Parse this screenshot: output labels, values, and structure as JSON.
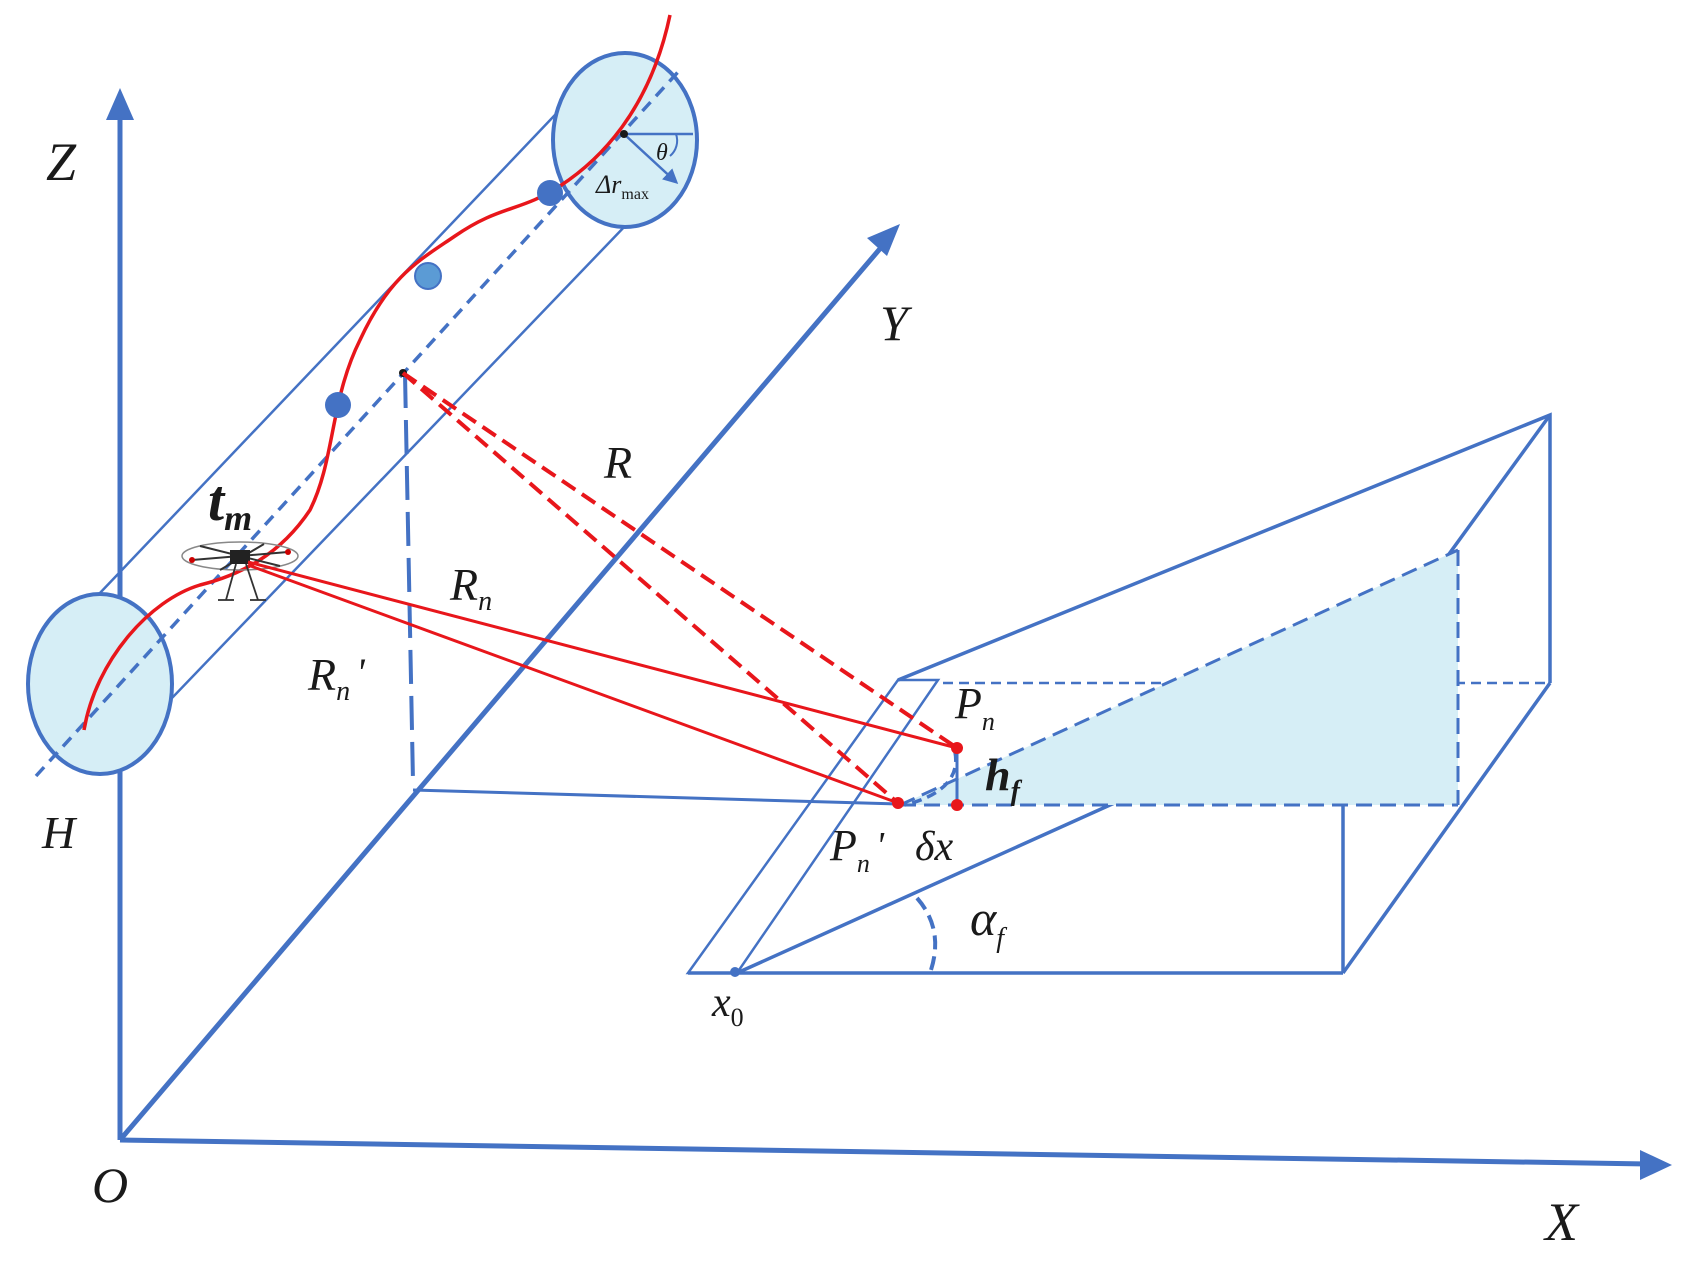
{
  "colors": {
    "axis_blue": "#4472c4",
    "red": "#e8161b",
    "light_fill": "#d6eef6",
    "text": "#1a1a1a"
  },
  "labels": {
    "z_axis": "Z",
    "y_axis": "Y",
    "x_axis": "X",
    "origin": "O",
    "h": "H",
    "tm_main": "t",
    "tm_sub": "m",
    "r": "R",
    "rn_main": "R",
    "rn_sub": "n",
    "rn_prime_main": "R",
    "rn_prime_sub": "n",
    "rn_prime_mark": "'",
    "pn_main": "P",
    "pn_sub": "n",
    "pn_prime_main": "P",
    "pn_prime_sub": "n",
    "pn_prime_mark": "'",
    "hf_main": "h",
    "hf_sub": "f",
    "delta_x": "δx",
    "alpha_main": "α",
    "alpha_sub": "f",
    "x0_main": "x",
    "x0_sub": "0",
    "theta": "θ",
    "delta_r_main": "Δr",
    "delta_r_sub": "max"
  },
  "icons": {
    "drone": "drone-icon"
  }
}
